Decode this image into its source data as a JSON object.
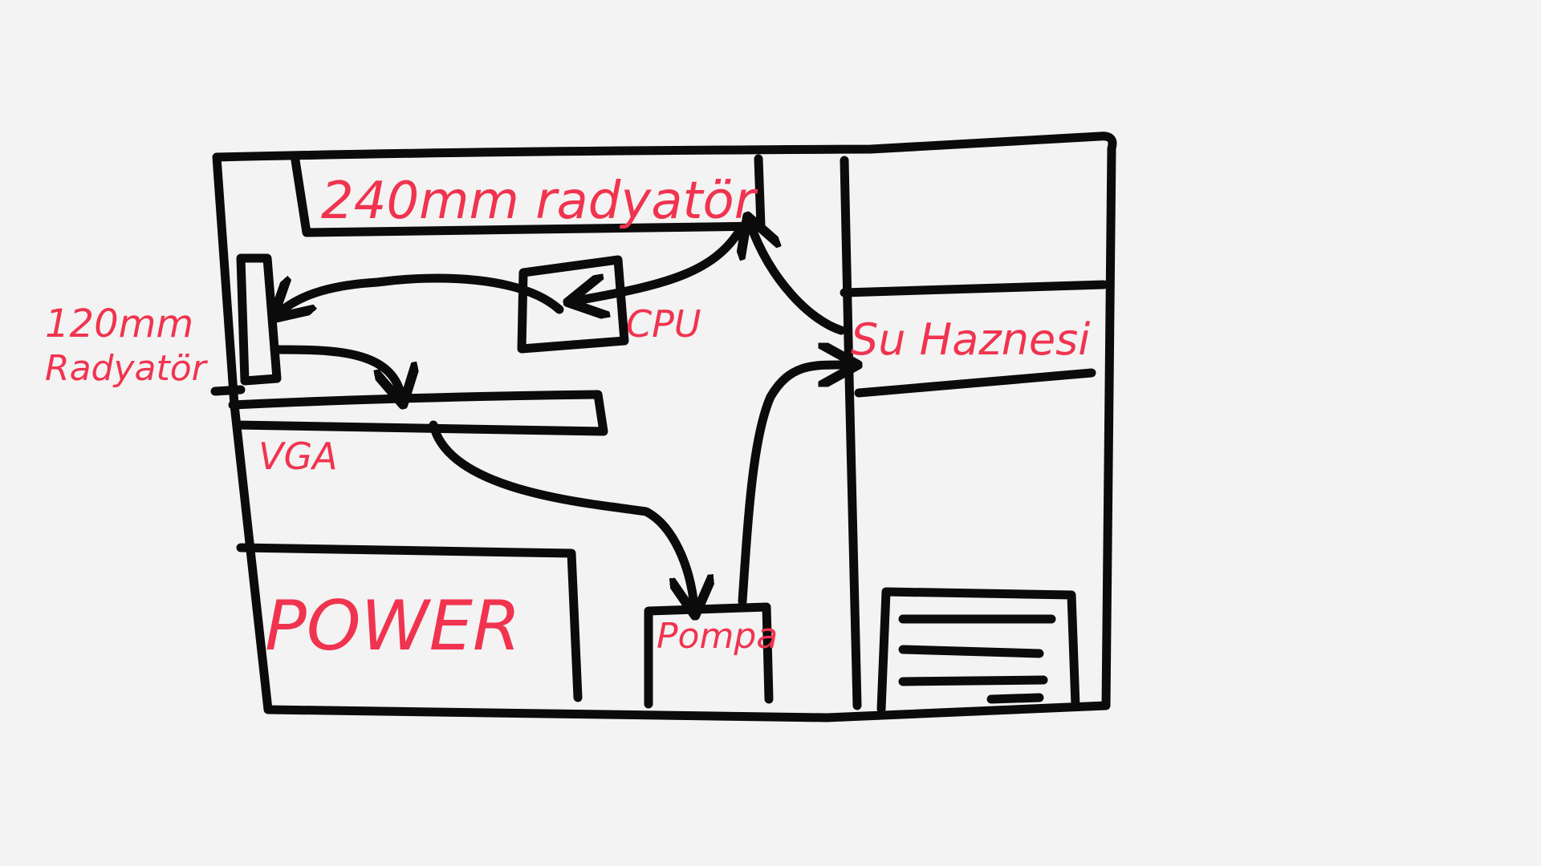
{
  "labels": {
    "radiator_240": "240mm radyatör",
    "radiator_120_line1": "120mm",
    "radiator_120_line2": "Radyatör",
    "cpu": "CPU",
    "vga": "VGA",
    "su_haznesi": "Su Haznesi",
    "power": "POWER",
    "pompa": "Pompa"
  },
  "colors": {
    "background": "#f3f3f3",
    "ink": "#0b0b0b",
    "label": "#f0344f"
  }
}
